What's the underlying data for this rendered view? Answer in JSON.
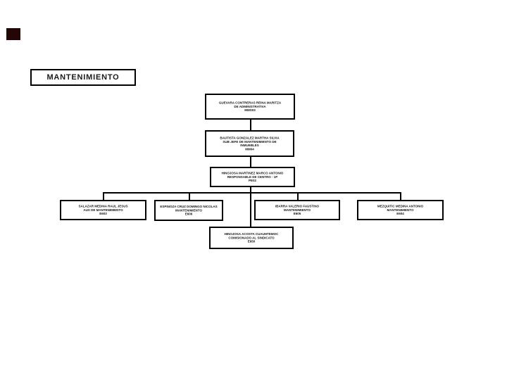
{
  "slide": {
    "background": "#ffffff",
    "accent_color": "#230707",
    "border_color": "#000000",
    "text_color": "#141414"
  },
  "title_box": {
    "label": "MANTENIMIENTO"
  },
  "org_chart": {
    "nodes": {
      "admin": {
        "lines": [
          "GUEVARA CONTRERAS REINA MARITZA",
          "DE ADMINISTRATIVA",
          "MMS03"
        ]
      },
      "sub_jefe": {
        "lines": [
          "BAUTISTA GONZALEZ MARTHA SILVIA",
          "SUB JEFE DE MANTENIMIENTO DE",
          "INMUEBLES",
          "MM04"
        ]
      },
      "responsable": {
        "lines": [
          "HINOJOSA MARTINEZ MARCO ANTONIO",
          "RESPONSABLE DE CENTRO - 1P",
          "PE02"
        ]
      },
      "aux_1": {
        "lines": [
          "SALAZAR MEDINA RAUL JESUS",
          "AUX DE MANTENIMIENTO",
          "E603"
        ]
      },
      "aux_2": {
        "lines": [
          "ESPINOZA CRUZ DOMINGO NICOLAS",
          "MANTENIMIENTO",
          "E606"
        ]
      },
      "aux_3": {
        "lines": [
          "IBARRA VALERIO FAUSTINO",
          "MANTENIMIENTO",
          "E605"
        ]
      },
      "aux_4": {
        "lines": [
          "MEZQUITIC MEDINA ANTONIO",
          "MANTENIMIENTO",
          "E604"
        ]
      },
      "comisionado": {
        "lines": [
          "HINOJOSA ACOSTA CUAUHTEMOC",
          "COMISIONADO AL SINDICATO",
          "E650"
        ]
      }
    }
  }
}
